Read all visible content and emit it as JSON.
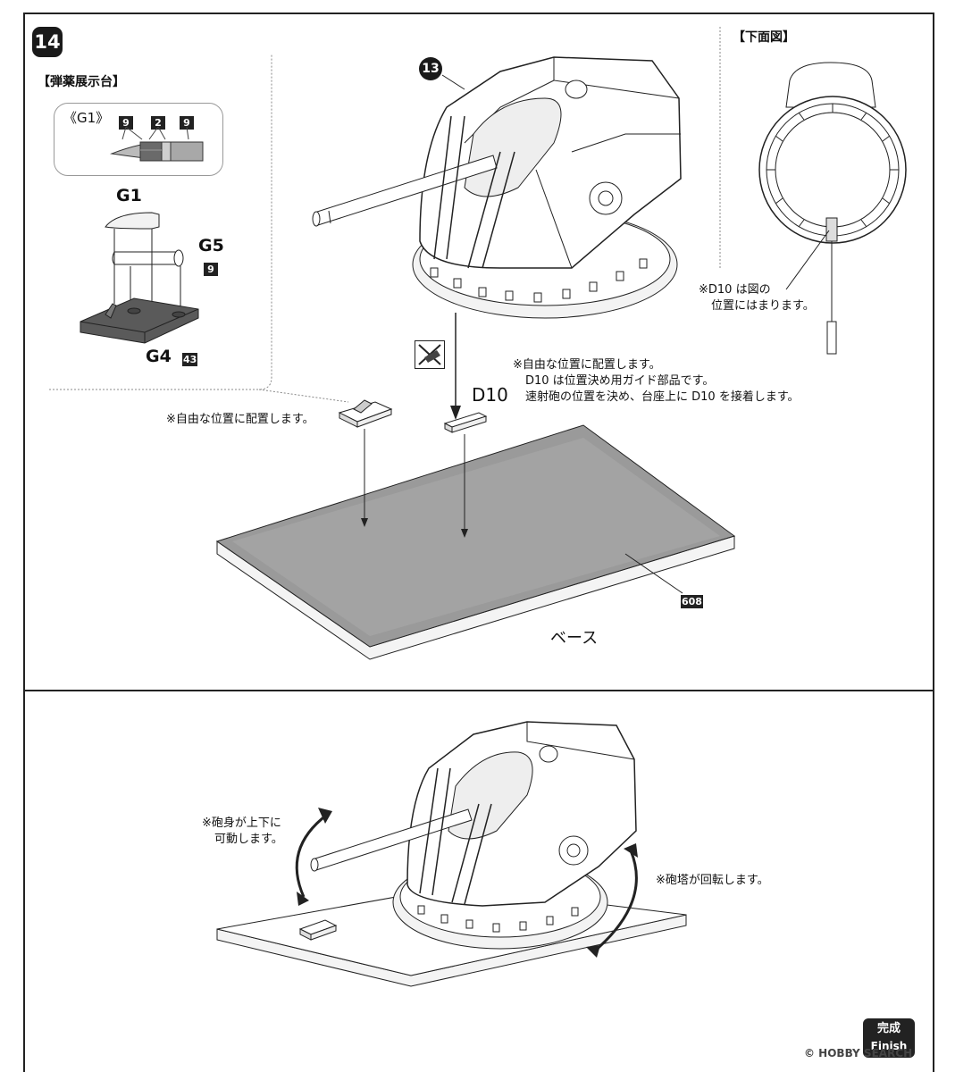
{
  "step": {
    "number": "14",
    "ammo_display_title": "【弾薬展示台】",
    "bottom_view_title": "【下面図】",
    "subassembly_ref": "13",
    "g1_callout": {
      "label": "《G1》",
      "colors": [
        "9",
        "2",
        "9"
      ]
    },
    "parts": {
      "g1": "G1",
      "g5": "G5",
      "g5_color": "9",
      "g4": "G4",
      "g4_color": "43",
      "d10": "D10",
      "base_color": "608",
      "base_label": "ベース"
    },
    "notes": {
      "display_stand_free": "※自由な位置に配置します。",
      "d10_fit": [
        "※D10 は図の",
        "位置にはまります。"
      ],
      "d10_note": [
        "※自由な位置に配置します。",
        "D10 は位置決め用ガイド部品です。",
        "速射砲の位置を決め、台座上に D10 を接着します。"
      ]
    }
  },
  "finish": {
    "barrel_note": [
      "※砲身が上下に",
      "可動します。"
    ],
    "turret_note": "※砲塔が回転します。",
    "badge_jp": "完成",
    "badge_en": "Finish"
  },
  "watermark": "© HOBBY SEARCH",
  "colors": {
    "base_top": "#9a9a9a",
    "base_side": "#f4f4f4",
    "stand": "#5a5a5a",
    "outline": "#222222"
  }
}
